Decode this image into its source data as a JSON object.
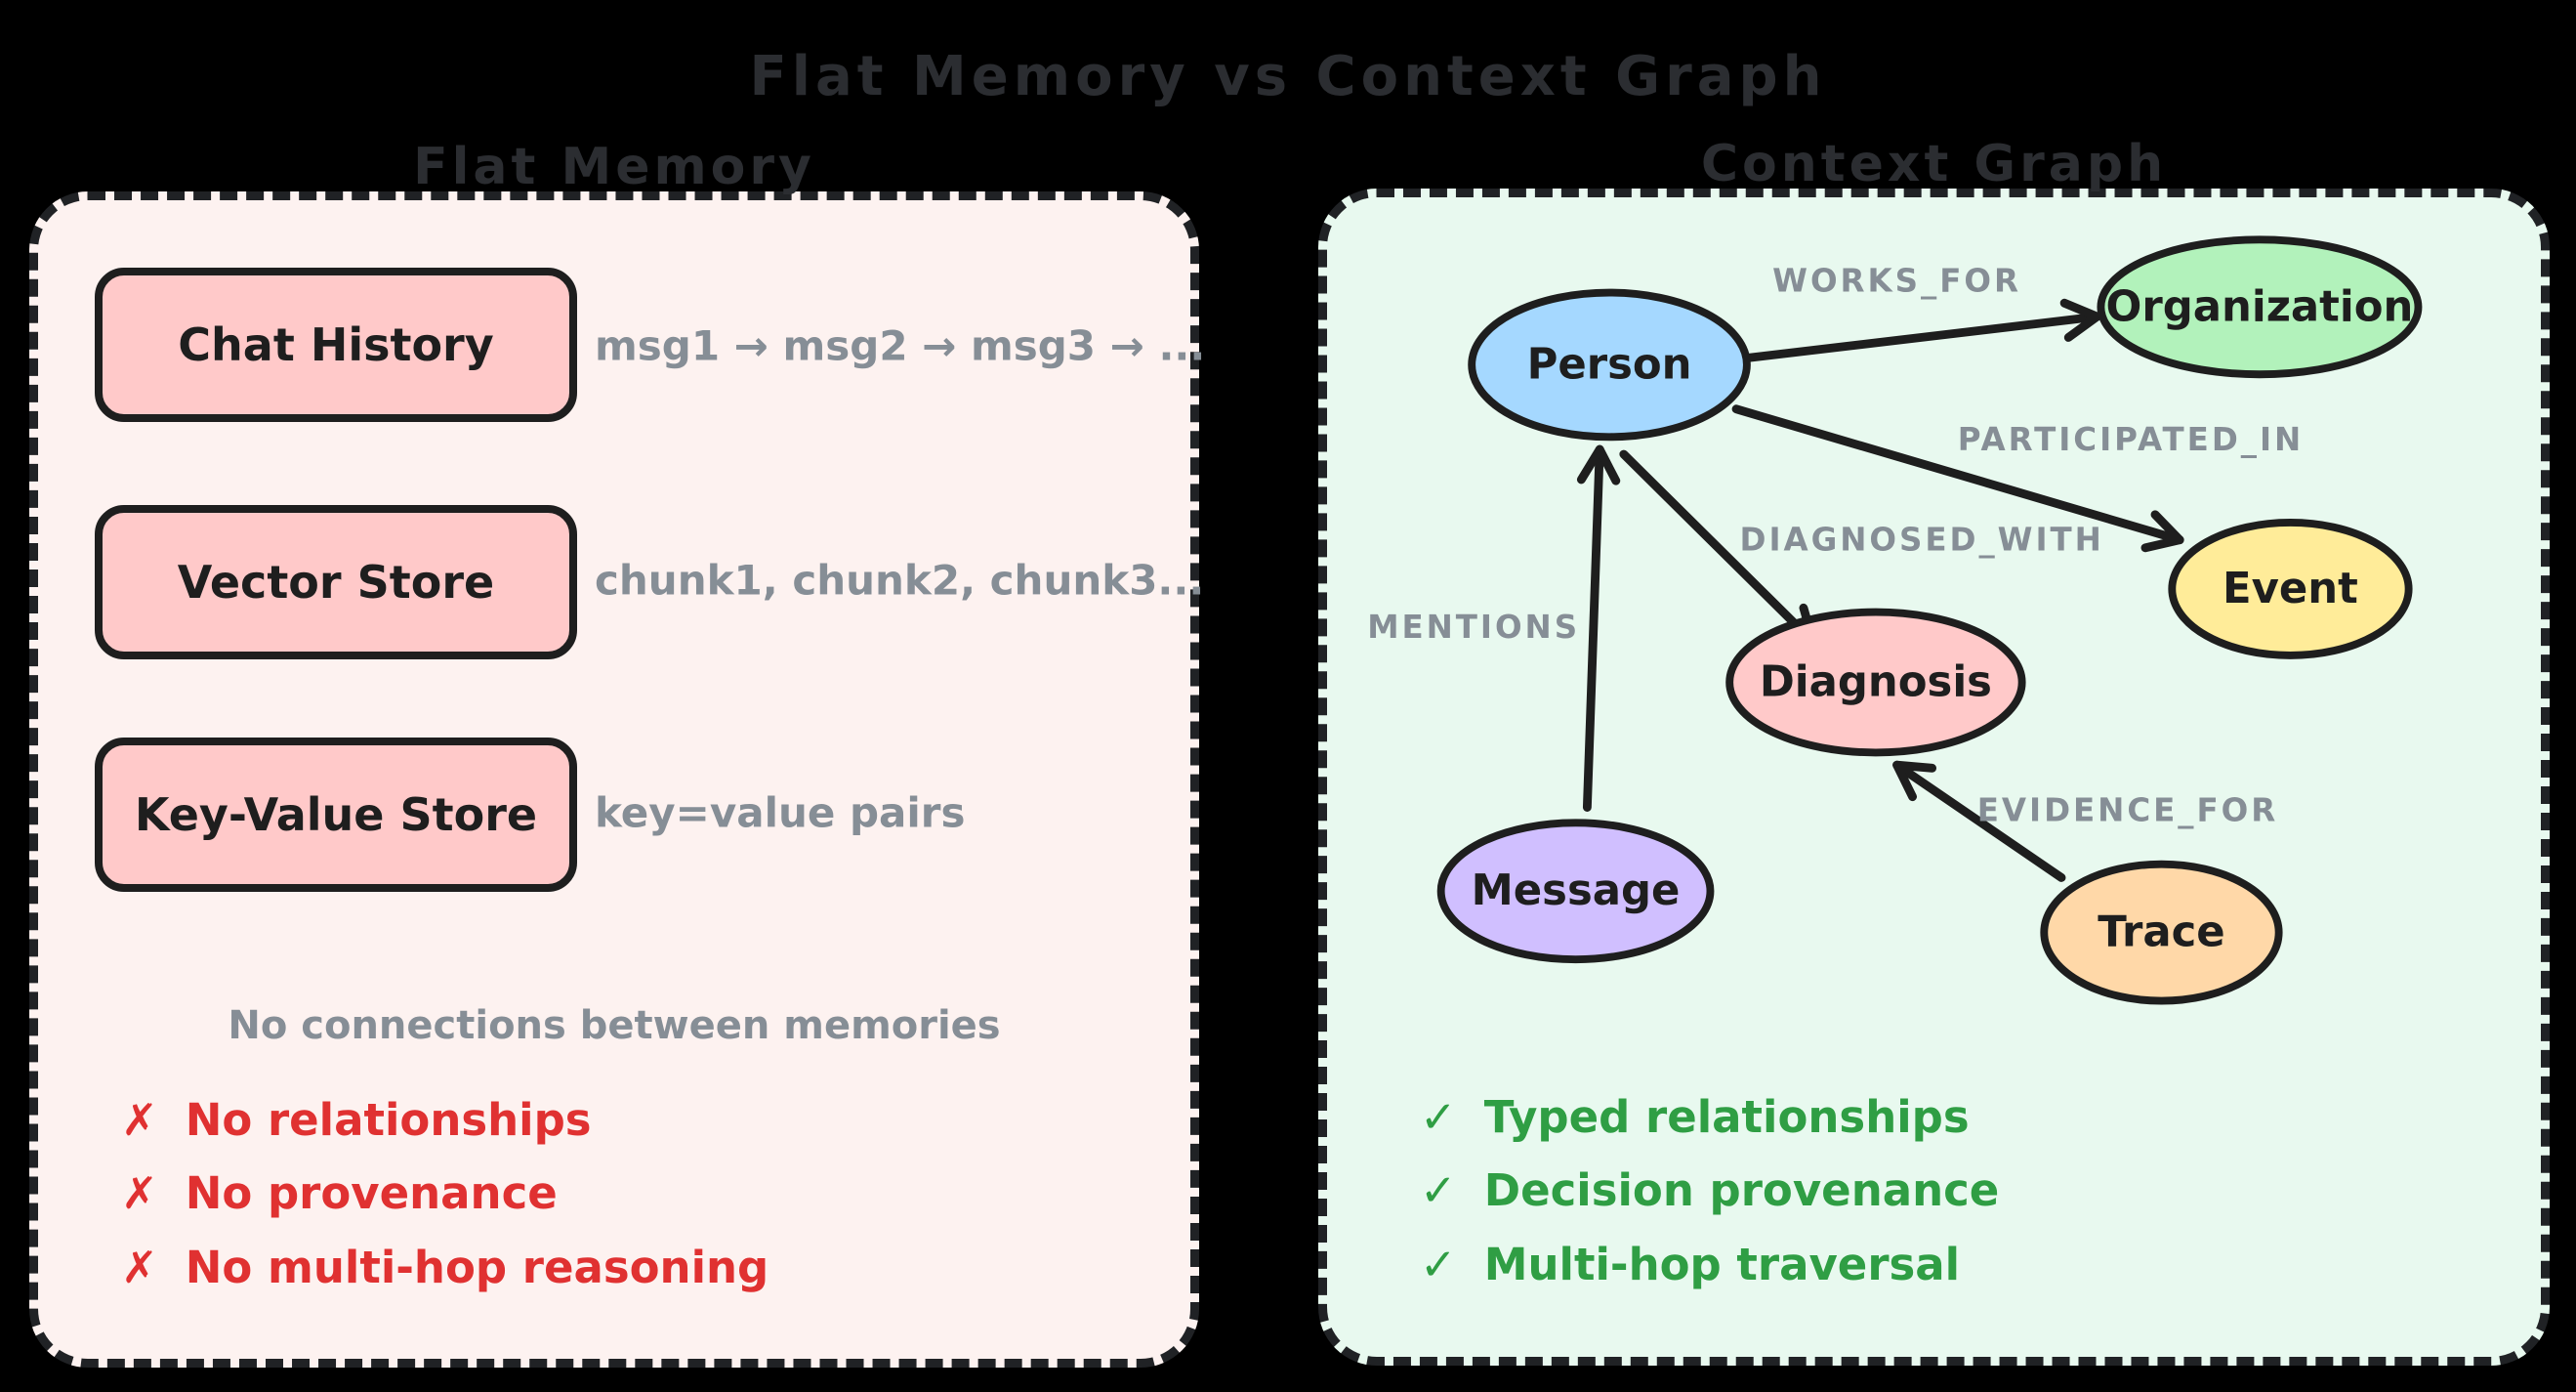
{
  "title": "Flat Memory vs Context Graph",
  "colors": {
    "background": "#000000",
    "heading": "#2b2d31",
    "panel_left_bg": "#fdf2f0",
    "panel_right_bg": "#e8f9ef",
    "panel_border": "#202225",
    "box_fill": "#ffc9c9",
    "ink": "#1e1e1e",
    "muted_gray": "#868e96",
    "negative_red": "#e03131",
    "positive_green": "#2f9e44"
  },
  "left_panel": {
    "header": "Flat Memory",
    "rows": [
      {
        "label": "Chat History",
        "annotation": "msg1 → msg2 → msg3 → ..."
      },
      {
        "label": "Vector Store",
        "annotation": "chunk1, chunk2, chunk3..."
      },
      {
        "label": "Key-Value Store",
        "annotation": "key=value pairs"
      }
    ],
    "caption": "No connections between memories",
    "cons": [
      {
        "mark": "✗",
        "text": "No relationships"
      },
      {
        "mark": "✗",
        "text": "No provenance"
      },
      {
        "mark": "✗",
        "text": "No multi-hop reasoning"
      }
    ]
  },
  "right_panel": {
    "header": "Context Graph",
    "nodes": [
      {
        "id": "person",
        "label": "Person",
        "fill": "#a5d8ff"
      },
      {
        "id": "organization",
        "label": "Organization",
        "fill": "#b2f2bb"
      },
      {
        "id": "event",
        "label": "Event",
        "fill": "#ffec99"
      },
      {
        "id": "diagnosis",
        "label": "Diagnosis",
        "fill": "#ffc9c9"
      },
      {
        "id": "message",
        "label": "Message",
        "fill": "#d0bfff"
      },
      {
        "id": "trace",
        "label": "Trace",
        "fill": "#ffd8a8"
      }
    ],
    "edges": [
      {
        "label": "WORKS_FOR",
        "from": "Person",
        "to": "Organization"
      },
      {
        "label": "PARTICIPATED_IN",
        "from": "Person",
        "to": "Event"
      },
      {
        "label": "DIAGNOSED_WITH",
        "from": "Person",
        "to": "Diagnosis"
      },
      {
        "label": "MENTIONS",
        "from": "Message",
        "to": "Person"
      },
      {
        "label": "EVIDENCE_FOR",
        "from": "Trace",
        "to": "Diagnosis"
      }
    ],
    "pros": [
      {
        "mark": "✓",
        "text": "Typed relationships"
      },
      {
        "mark": "✓",
        "text": "Decision provenance"
      },
      {
        "mark": "✓",
        "text": "Multi-hop traversal"
      }
    ]
  }
}
